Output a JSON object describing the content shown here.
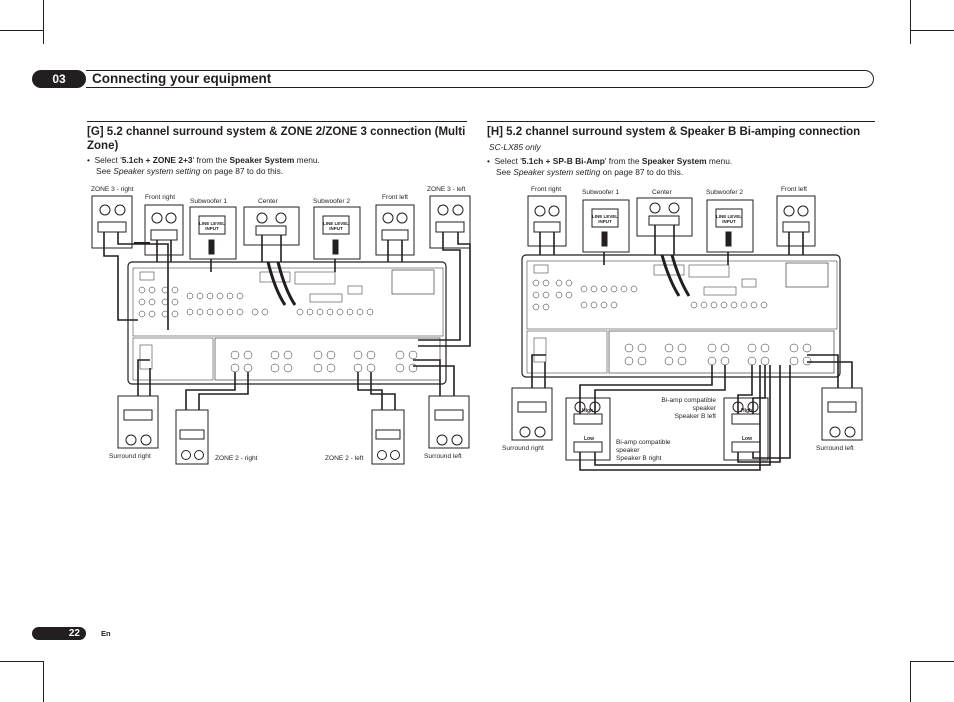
{
  "chapter": {
    "number": "03",
    "title": "Connecting your equipment"
  },
  "left": {
    "title_line1": "[G] 5.2 channel surround system & ZONE 2/ZONE 3 connection (Multi",
    "title_line2": "Zone)",
    "bullet": "•",
    "select_pre": "Select '",
    "select_bold": "5.1ch + ZONE 2+3",
    "select_mid": "' from the ",
    "select_bold2": "Speaker System",
    "select_post": " menu.",
    "see_pre": "See ",
    "see_italic": "Speaker system setting",
    "see_post": " on page 87 to do this.",
    "labels": {
      "zone3_right": "ZONE 3 - right",
      "front_right": "Front right",
      "subwoofer1": "Subwoofer 1",
      "center": "Center",
      "subwoofer2": "Subwoofer 2",
      "front_left": "Front left",
      "zone3_left": "ZONE 3 - left",
      "surround_right": "Surround right",
      "zone2_right": "ZONE 2 - right",
      "zone2_left": "ZONE 2 - left",
      "surround_left": "Surround left",
      "line_level_input": "LINE LEVEL\nINPUT"
    }
  },
  "right": {
    "title": "[H] 5.2 channel surround system & Speaker B Bi-amping connection",
    "model_note": "SC-LX85 only",
    "bullet": "•",
    "select_pre": "Select '",
    "select_bold": "5.1ch + SP-B Bi-Amp",
    "select_mid": "' from the ",
    "select_bold2": "Speaker System",
    "select_post": " menu.",
    "see_pre": "See ",
    "see_italic": "Speaker system setting",
    "see_post": " on page 87 to do this.",
    "labels": {
      "front_right": "Front right",
      "subwoofer1": "Subwoofer 1",
      "center": "Center",
      "subwoofer2": "Subwoofer 2",
      "front_left": "Front left",
      "surround_right": "Surround right",
      "surround_left": "Surround left",
      "biamp_b_left": "Bi-amp compatible\nspeaker\nSpeaker B left",
      "biamp_b_right": "Bi-amp compatible\nspeaker\nSpeaker B right",
      "high": "High",
      "low": "Low",
      "line_level_input": "LINE LEVEL\nINPUT"
    }
  },
  "footer": {
    "page": "22",
    "lang": "En"
  }
}
